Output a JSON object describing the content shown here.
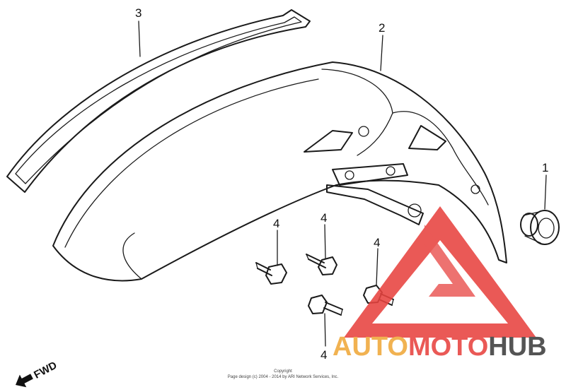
{
  "callouts": {
    "c1": "1",
    "c2": "2",
    "c3": "3",
    "c4a": "4",
    "c4b": "4",
    "c4c": "4",
    "c4d": "4"
  },
  "direction": {
    "label": "FWD"
  },
  "copyright": {
    "line1": "Copyright",
    "line2": "Page design (c) 2004 - 2014 by ARI Network Services, Inc."
  },
  "watermark": {
    "part1": "AUTO",
    "part2": "MOTO",
    "part3": "HUB",
    "colors": {
      "red": "#e8433f",
      "gold": "#f0a83a",
      "gray": "#3d3d3d"
    }
  }
}
